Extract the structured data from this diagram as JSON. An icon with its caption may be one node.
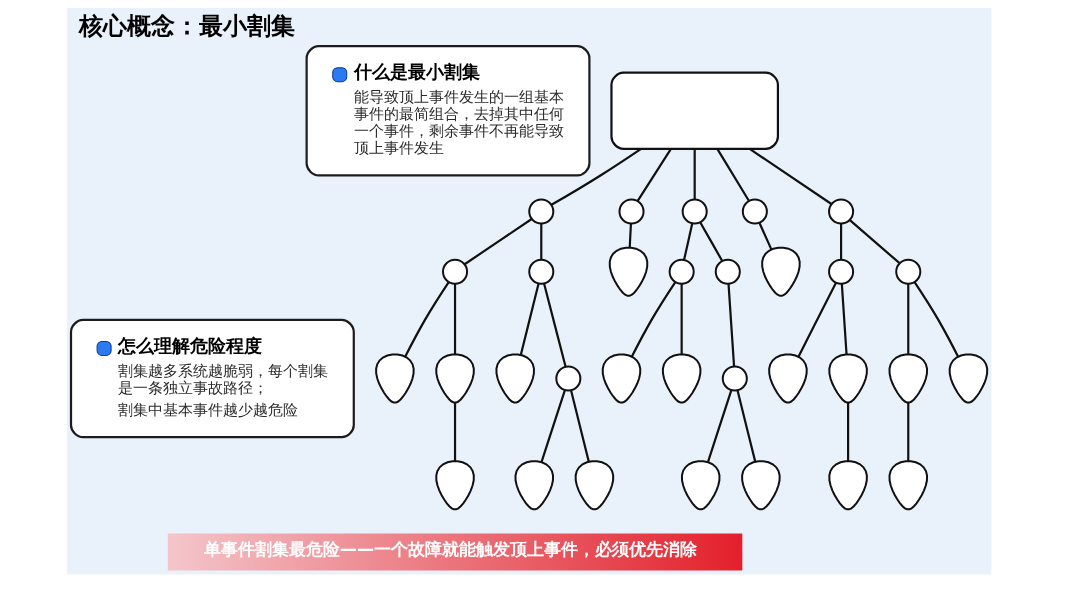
{
  "diagram": {
    "title": "核心概念：最小割集",
    "nodes": [
      {
        "text": [
          "什么是最小割集",
          "能导致顶上事件发生的一组基本事件的最简组合，去掉其中任何一个事件，剩余事件不再能导致顶上事件发生"
        ]
      },
      {
        "text": [
          "怎么理解危险程度",
          "割集越多系统越脆弱，每个割集是一条独立事故路径；",
          "割集中基本事件越少越危险"
        ]
      },
      {
        "text": [
          "单事件割集最危险——一个故障就能触发顶上事件，必须优先消除"
        ]
      },
      {
        "text": [],
        "shape": "box"
      },
      {
        "text": [],
        "shape": "circle"
      },
      {
        "text": [],
        "shape": "circle"
      },
      {
        "text": [],
        "shape": "circle"
      },
      {
        "text": [],
        "shape": "circle"
      },
      {
        "text": [],
        "shape": "circle"
      },
      {
        "text": [],
        "shape": "circle"
      },
      {
        "text": [],
        "shape": "circle"
      },
      {
        "text": [],
        "shape": "teardrop"
      },
      {
        "text": [],
        "shape": "circle"
      },
      {
        "text": [],
        "shape": "circle"
      },
      {
        "text": [],
        "shape": "teardrop"
      },
      {
        "text": [],
        "shape": "circle"
      },
      {
        "text": [],
        "shape": "circle"
      },
      {
        "text": [],
        "shape": "teardrop"
      },
      {
        "text": [],
        "shape": "teardrop"
      },
      {
        "text": [],
        "shape": "teardrop"
      },
      {
        "text": [],
        "shape": "circle"
      },
      {
        "text": [],
        "shape": "teardrop"
      },
      {
        "text": [],
        "shape": "teardrop"
      },
      {
        "text": [],
        "shape": "circle"
      },
      {
        "text": [],
        "shape": "teardrop"
      },
      {
        "text": [],
        "shape": "teardrop"
      },
      {
        "text": [],
        "shape": "teardrop"
      },
      {
        "text": [],
        "shape": "teardrop"
      },
      {
        "text": [],
        "shape": "teardrop"
      },
      {
        "text": [],
        "shape": "teardrop"
      },
      {
        "text": [],
        "shape": "teardrop"
      },
      {
        "text": [],
        "shape": "teardrop"
      },
      {
        "text": [],
        "shape": "teardrop"
      },
      {
        "text": [],
        "shape": "teardrop"
      },
      {
        "text": [],
        "shape": "teardrop"
      }
    ],
    "edges": [
      {
        "from": 3,
        "to": 4,
        "arrow": "none"
      },
      {
        "from": 3,
        "to": 5,
        "arrow": "none"
      },
      {
        "from": 3,
        "to": 6,
        "arrow": "none"
      },
      {
        "from": 3,
        "to": 7,
        "arrow": "none"
      },
      {
        "from": 3,
        "to": 8,
        "arrow": "none"
      },
      {
        "from": 4,
        "to": 9,
        "arrow": "none"
      },
      {
        "from": 4,
        "to": 10,
        "arrow": "none"
      },
      {
        "from": 5,
        "to": 11,
        "arrow": "none"
      },
      {
        "from": 6,
        "to": 12,
        "arrow": "none"
      },
      {
        "from": 6,
        "to": 13,
        "arrow": "none"
      },
      {
        "from": 7,
        "to": 14,
        "arrow": "none"
      },
      {
        "from": 8,
        "to": 15,
        "arrow": "none"
      },
      {
        "from": 8,
        "to": 16,
        "arrow": "none"
      },
      {
        "from": 9,
        "to": 17,
        "arrow": "none"
      },
      {
        "from": 9,
        "to": 18,
        "arrow": "none"
      },
      {
        "from": 10,
        "to": 19,
        "arrow": "none"
      },
      {
        "from": 10,
        "to": 20,
        "arrow": "none"
      },
      {
        "from": 12,
        "to": 21,
        "arrow": "none"
      },
      {
        "from": 12,
        "to": 22,
        "arrow": "none"
      },
      {
        "from": 13,
        "to": 23,
        "arrow": "none"
      },
      {
        "from": 15,
        "to": 24,
        "arrow": "none"
      },
      {
        "from": 15,
        "to": 25,
        "arrow": "none"
      },
      {
        "from": 16,
        "to": 26,
        "arrow": "none"
      },
      {
        "from": 16,
        "to": 27,
        "arrow": "none"
      },
      {
        "from": 18,
        "to": 28,
        "arrow": "none"
      },
      {
        "from": 20,
        "to": 29,
        "arrow": "none"
      },
      {
        "from": 20,
        "to": 30,
        "arrow": "none"
      },
      {
        "from": 23,
        "to": 31,
        "arrow": "none"
      },
      {
        "from": 23,
        "to": 32,
        "arrow": "none"
      },
      {
        "from": 25,
        "to": 33,
        "arrow": "none"
      },
      {
        "from": 26,
        "to": 34,
        "arrow": "none"
      }
    ]
  }
}
